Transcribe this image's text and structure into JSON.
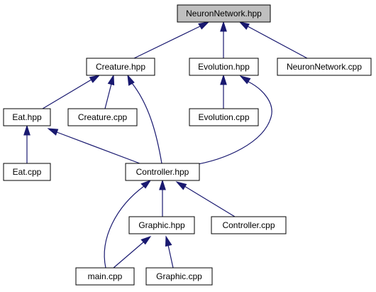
{
  "nodes": {
    "neuron_network_hpp": "NeuronNetwork.hpp",
    "creature_hpp": "Creature.hpp",
    "evolution_hpp": "Evolution.hpp",
    "neuron_network_cpp": "NeuronNetwork.cpp",
    "eat_hpp": "Eat.hpp",
    "creature_cpp": "Creature.cpp",
    "evolution_cpp": "Evolution.cpp",
    "eat_cpp": "Eat.cpp",
    "controller_hpp": "Controller.hpp",
    "graphic_hpp": "Graphic.hpp",
    "controller_cpp": "Controller.cpp",
    "main_cpp": "main.cpp",
    "graphic_cpp": "Graphic.cpp"
  },
  "colors": {
    "edge": "#191970",
    "root_fill": "#bfbfbf",
    "node_fill": "#ffffff",
    "node_border": "#000000"
  }
}
